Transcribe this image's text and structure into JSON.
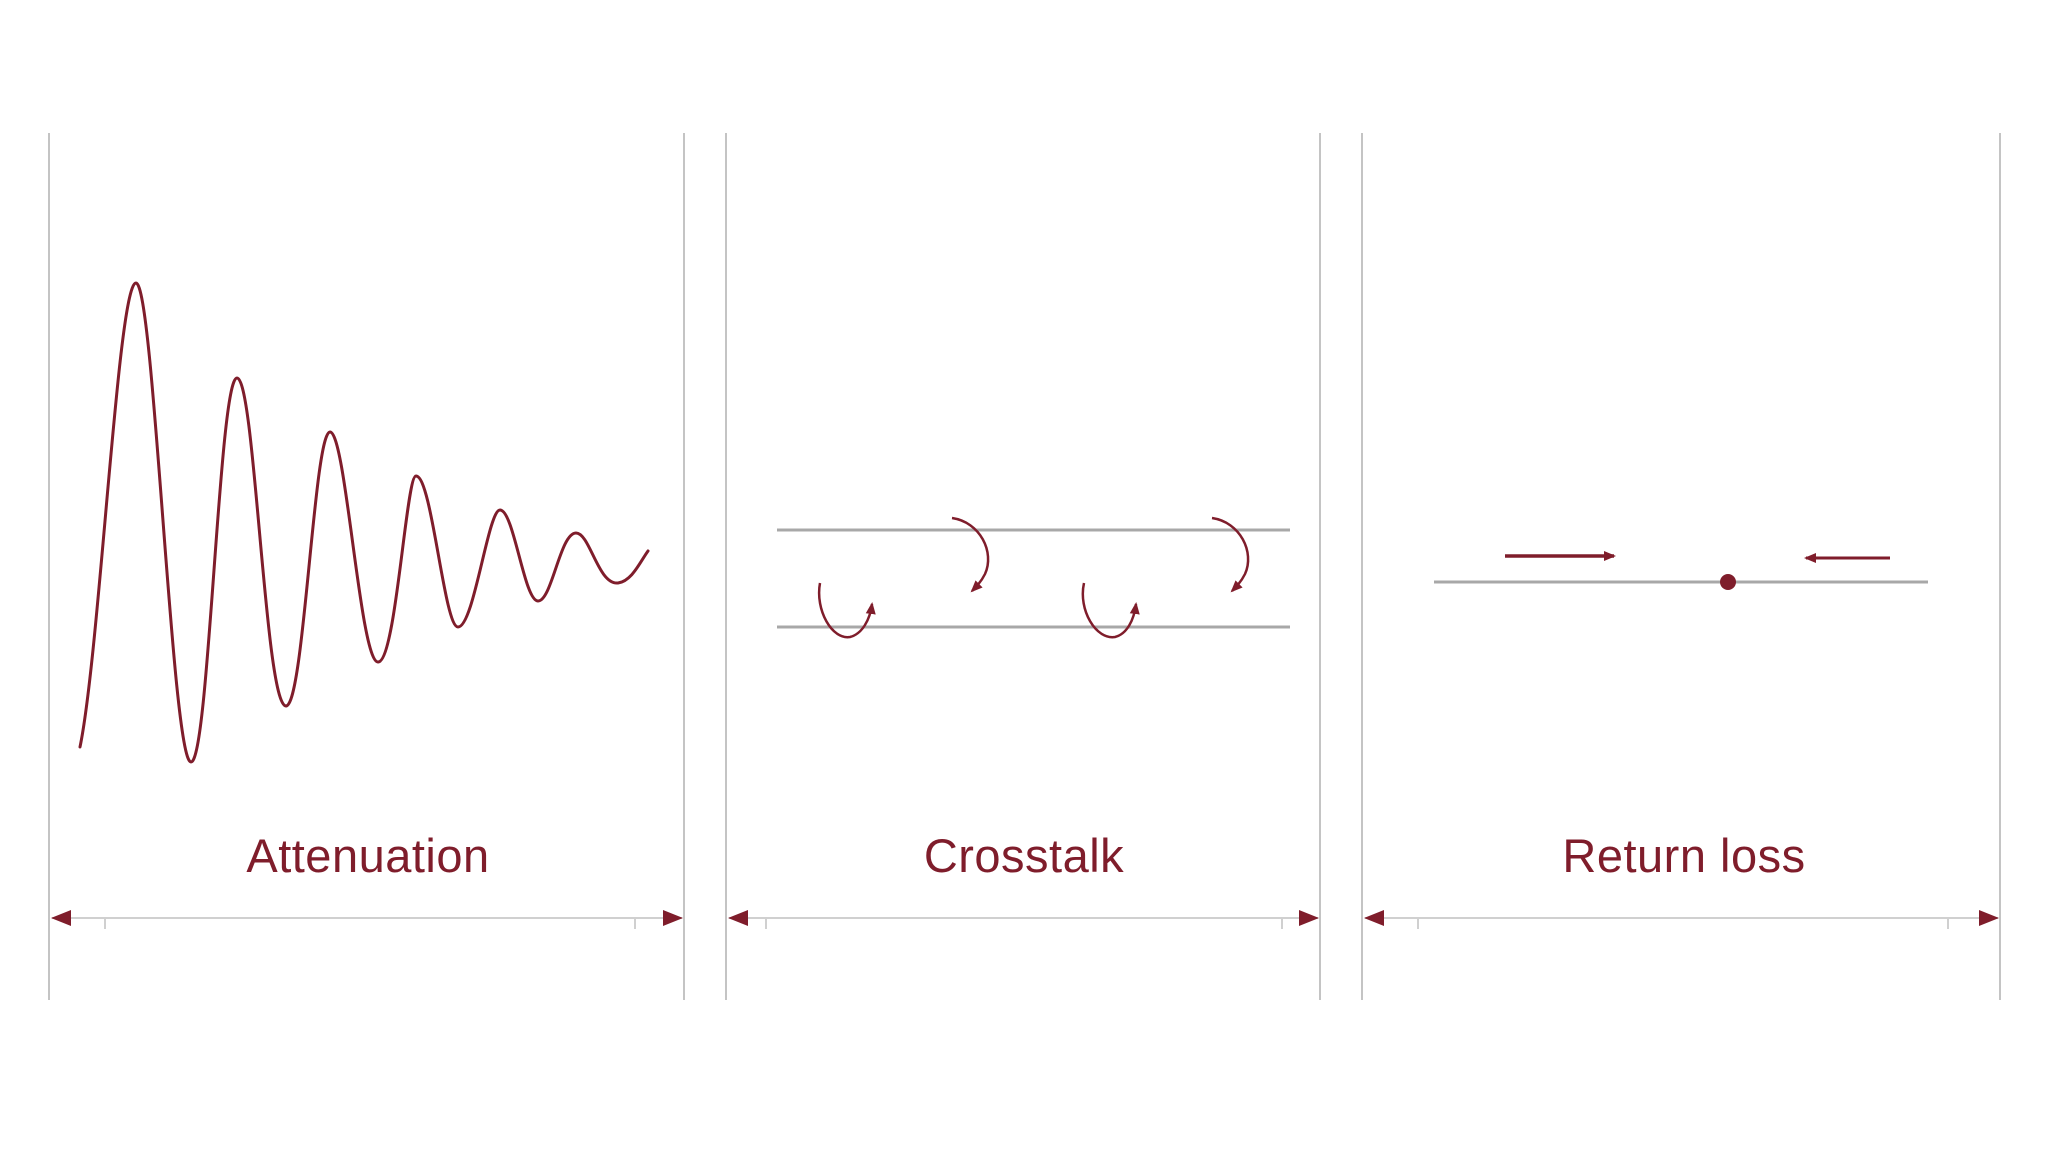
{
  "colors": {
    "accent": "#7f1d2b",
    "rule": "#c4c4c4",
    "wire": "#a8a8a8",
    "background": "#ffffff"
  },
  "panels": [
    {
      "id": "attenuation",
      "label": "Attenuation"
    },
    {
      "id": "crosstalk",
      "label": "Crosstalk"
    },
    {
      "id": "return-loss",
      "label": "Return loss"
    }
  ]
}
